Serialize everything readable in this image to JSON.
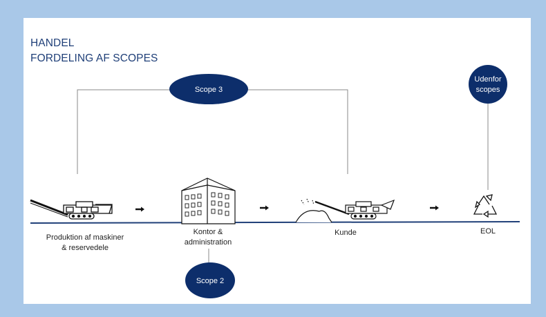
{
  "title_line1": "HANDEL",
  "title_line2": "FORDELING AF SCOPES",
  "scopes": {
    "scope3": "Scope 3",
    "scope2": "Scope 2",
    "outside_line1": "Udenfor",
    "outside_line2": "scopes"
  },
  "stages": {
    "production_line1": "Produktion af maskiner",
    "production_line2": "& reservedele",
    "office_line1": "Kontor &",
    "office_line2": "administration",
    "customer": "Kunde",
    "eol": "EOL"
  },
  "colors": {
    "accent": "#0d2e6b",
    "frame": "#a9c8e8",
    "title": "#1f3f78"
  }
}
